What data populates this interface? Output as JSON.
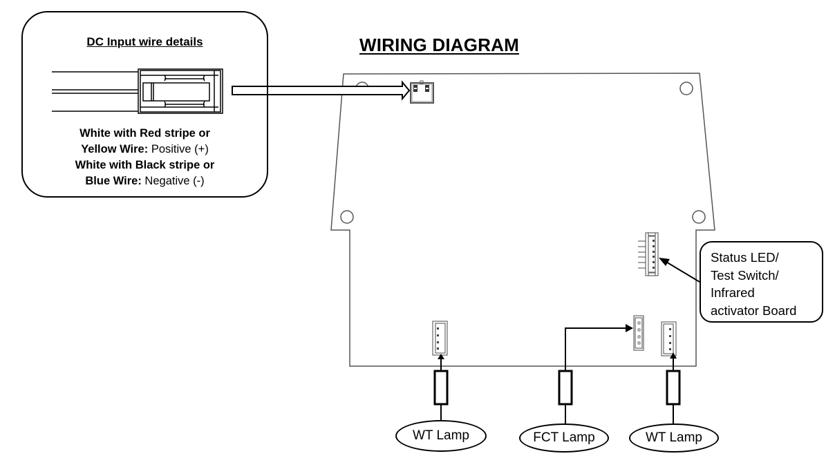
{
  "diagram": {
    "title": "WIRING DIAGRAM",
    "dc_input": {
      "heading": "DC Input wire details",
      "positive_bold_1": "White with Red stripe or",
      "positive_bold_2": "Yellow Wire:",
      "positive_value": "Positive (+)",
      "negative_bold_1": "White with Black stripe or",
      "negative_bold_2": "Blue Wire:",
      "negative_value": "Negative (-)"
    },
    "callout": {
      "lines": [
        "Status LED/",
        "Test Switch/",
        "Infrared",
        "activator Board"
      ]
    },
    "lamps": [
      {
        "label": "WT Lamp"
      },
      {
        "label": "FCT Lamp"
      },
      {
        "label": "WT Lamp"
      }
    ],
    "colors": {
      "line": "#000000",
      "board_outline": "#555555",
      "connector": "#666666"
    }
  }
}
